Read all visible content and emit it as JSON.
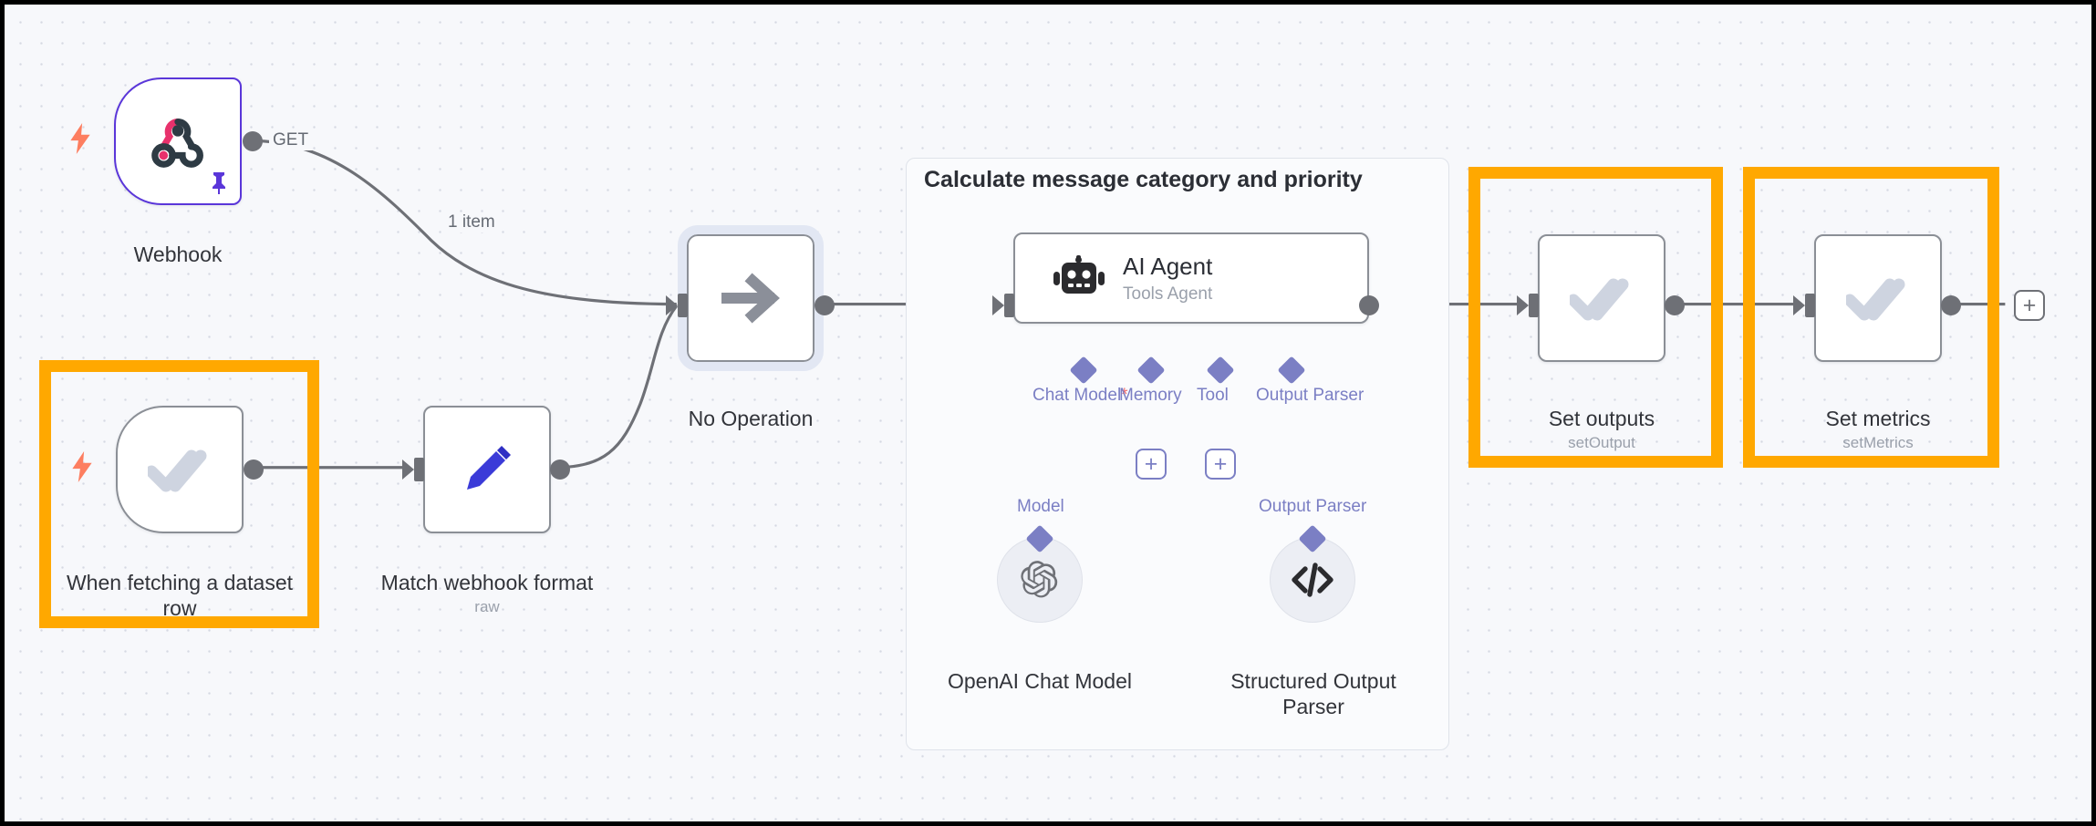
{
  "canvas": {
    "background_color": "#f7f8fb",
    "grid": "dot-grid",
    "highlight_color": "#ffa800",
    "accent_purple": "#5a36d9",
    "connector_purple": "#7b7fc4"
  },
  "nodes": {
    "webhook": {
      "title": "Webhook",
      "subtitle": "",
      "icon": "webhook-icon",
      "output_label": "GET",
      "pinned": true,
      "trigger": true
    },
    "when_fetching": {
      "title": "When fetching a dataset row",
      "subtitle": "",
      "icon": "double-check-icon",
      "trigger": true,
      "highlighted": true
    },
    "match_webhook": {
      "title": "Match webhook format",
      "subtitle": "raw",
      "icon": "pencil-icon"
    },
    "no_operation": {
      "title": "No Operation",
      "subtitle": "",
      "icon": "arrow-right-icon",
      "selected": true
    },
    "ai_agent": {
      "title": "AI Agent",
      "subtitle": "Tools Agent",
      "icon": "robot-icon"
    },
    "set_outputs": {
      "title": "Set outputs",
      "subtitle": "setOutput",
      "icon": "double-check-icon",
      "highlighted": true
    },
    "set_metrics": {
      "title": "Set metrics",
      "subtitle": "setMetrics",
      "icon": "double-check-icon",
      "highlighted": true
    },
    "openai_chat_model": {
      "title": "OpenAI Chat Model",
      "icon": "openai-icon",
      "connector_label": "Model"
    },
    "structured_output_parser": {
      "title": "Structured Output Parser",
      "icon": "code-brackets-icon",
      "connector_label": "Output Parser"
    }
  },
  "group": {
    "title": "Calculate message category and priority"
  },
  "agent_connectors": [
    {
      "label": "Chat Model",
      "required": true,
      "has_plus": false
    },
    {
      "label": "Memory",
      "required": false,
      "has_plus": true
    },
    {
      "label": "Tool",
      "required": false,
      "has_plus": true
    },
    {
      "label": "Output Parser",
      "required": false,
      "has_plus": false
    }
  ],
  "wires": {
    "webhook_to_noop_label": "1 item",
    "webhook_out_label": "GET"
  },
  "buttons": {
    "add_node_plus": "+",
    "memory_plus": "+",
    "tool_plus": "+"
  }
}
